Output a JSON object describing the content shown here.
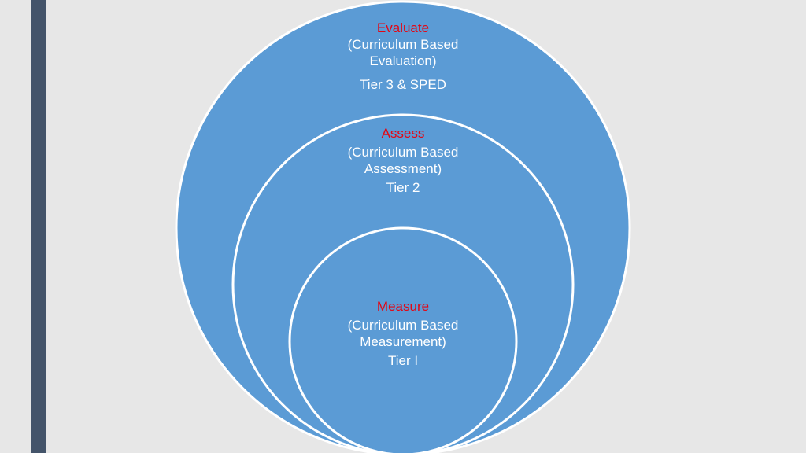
{
  "colors": {
    "background": "#e7e7e7",
    "side_bar": "#44546a",
    "circle_fill": "#5b9bd5",
    "circle_stroke": "#ffffff",
    "heading_text": "#e30613",
    "body_text": "#ffffff"
  },
  "outer": {
    "heading": "Evaluate",
    "line1": "(Curriculum Based",
    "line2": "Evaluation)",
    "tier": "Tier 3 & SPED"
  },
  "middle": {
    "heading": "Assess",
    "line1": "(Curriculum Based",
    "line2": "Assessment)",
    "tier": "Tier 2"
  },
  "inner": {
    "heading": "Measure",
    "line1": "(Curriculum Based",
    "line2": "Measurement)",
    "tier": "Tier I"
  }
}
